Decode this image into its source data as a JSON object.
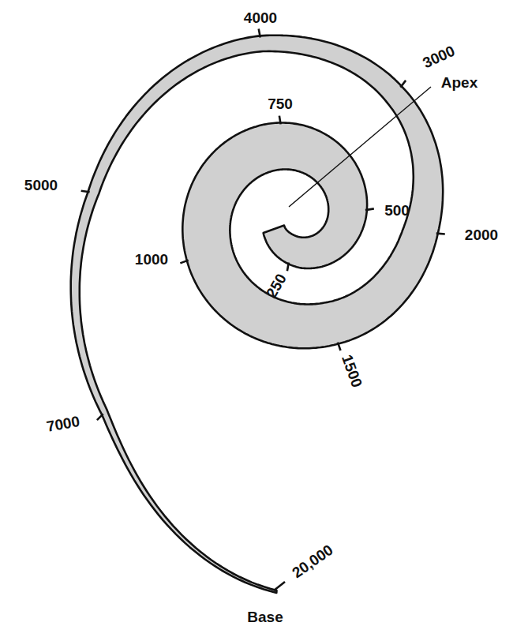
{
  "diagram": {
    "labels": [
      "4000",
      "3000",
      "Apex",
      "750",
      "5000",
      "500",
      "2000",
      "1000",
      "250",
      "1500",
      "7000",
      "20,000",
      "Base"
    ]
  }
}
